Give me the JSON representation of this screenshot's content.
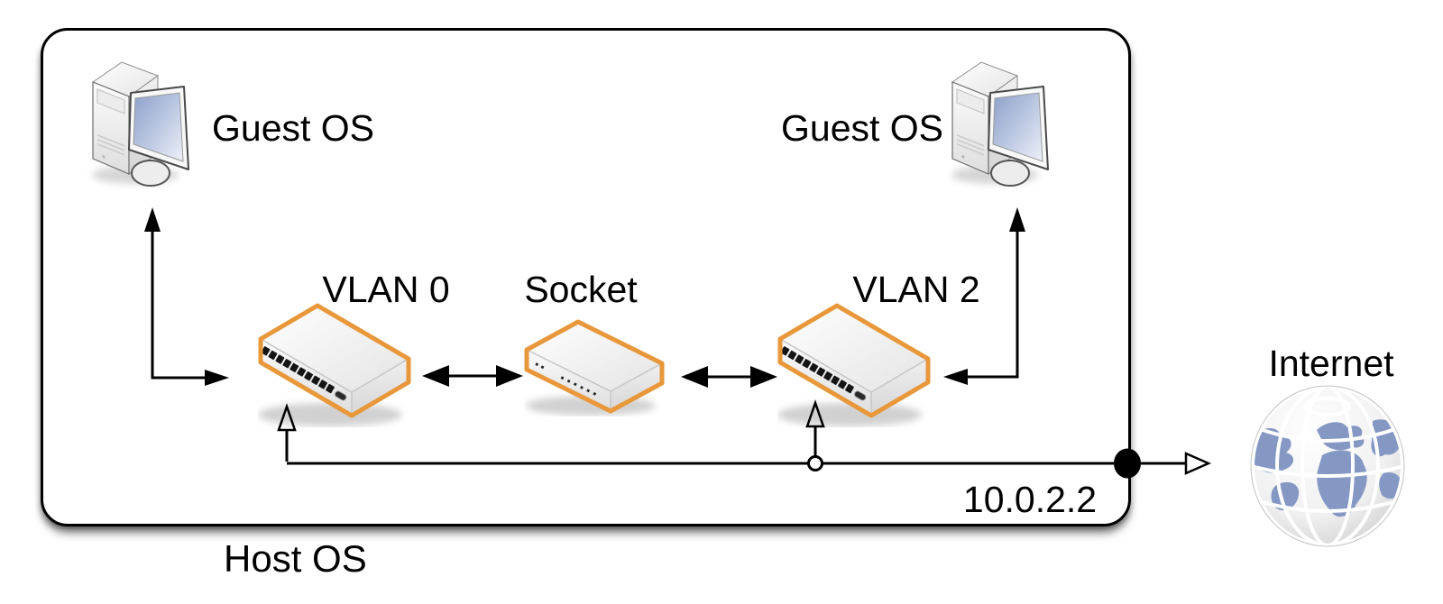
{
  "host_box": {
    "label": "Host OS"
  },
  "nodes": {
    "guest_os_left": {
      "label": "Guest OS",
      "icon": "computer-icon"
    },
    "guest_os_right": {
      "label": "Guest OS",
      "icon": "computer-icon"
    },
    "vlan0_switch": {
      "label": "VLAN 0",
      "icon": "network-switch-icon"
    },
    "socket_device": {
      "label": "Socket",
      "icon": "network-box-icon"
    },
    "vlan2_switch": {
      "label": "VLAN 2",
      "icon": "network-switch-icon"
    },
    "internet": {
      "label": "Internet",
      "icon": "globe-icon"
    }
  },
  "annotations": {
    "gateway_ip": "10.0.2.2"
  },
  "edges": [
    {
      "from": "guest_os_left",
      "to": "vlan0_switch",
      "style": "elbow-double-arrow"
    },
    {
      "from": "vlan0_switch",
      "to": "socket_device",
      "style": "double-arrow"
    },
    {
      "from": "socket_device",
      "to": "vlan2_switch",
      "style": "double-arrow"
    },
    {
      "from": "vlan2_switch",
      "to": "guest_os_right",
      "style": "elbow-double-arrow"
    },
    {
      "from": "vlan0_switch",
      "to": "nat_bus",
      "style": "open-arrow-tap"
    },
    {
      "from": "vlan2_switch",
      "to": "nat_bus",
      "style": "open-arrow-circle-tap"
    },
    {
      "from": "nat_bus",
      "to": "internet",
      "style": "open-arrow"
    }
  ],
  "colors": {
    "device_outline": "#E8973A",
    "line": "#000000",
    "screen_blue": "#8DA0CA",
    "globe_land": "#8598C4",
    "background": "#FFFFFF"
  }
}
